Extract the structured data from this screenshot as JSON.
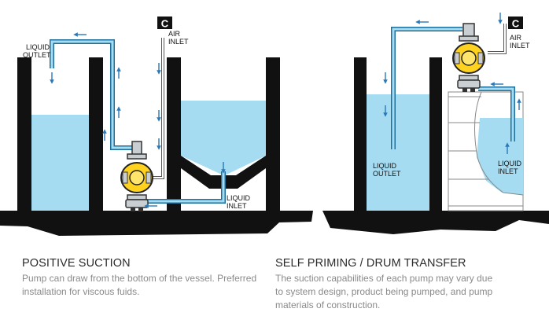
{
  "colors": {
    "liquid": "#a6dcf2",
    "pipe_outline": "#1f6f9c",
    "arrow": "#2a78b8",
    "structure": "#121212",
    "pump_body": "#ffd21f",
    "pump_metal": "#c9ced3",
    "caption_title": "#2b2b2b",
    "caption_body": "#8a8a8a"
  },
  "left_diagram": {
    "air_badge": "C",
    "air_label": [
      "AIR",
      "INLET"
    ],
    "outlet_label": [
      "LIQUID",
      "OUTLET"
    ],
    "inlet_label": [
      "LIQUID",
      "INLET"
    ],
    "caption_title": "POSITIVE SUCTION",
    "caption_body": [
      "Pump can draw from the bottom of the vessel. Preferred",
      "installation for viscous fuids."
    ]
  },
  "right_diagram": {
    "air_badge": "C",
    "air_label": [
      "AIR",
      "INLET"
    ],
    "outlet_label": [
      "LIQUID",
      "OUTLET"
    ],
    "inlet_label": [
      "LIQUID",
      "INLET"
    ],
    "caption_title": "SELF PRIMING / DRUM TRANSFER",
    "caption_body": [
      "The suction capabilities of each pump may vary due",
      "to system design, product being pumped, and pump",
      "materials of construction."
    ]
  }
}
